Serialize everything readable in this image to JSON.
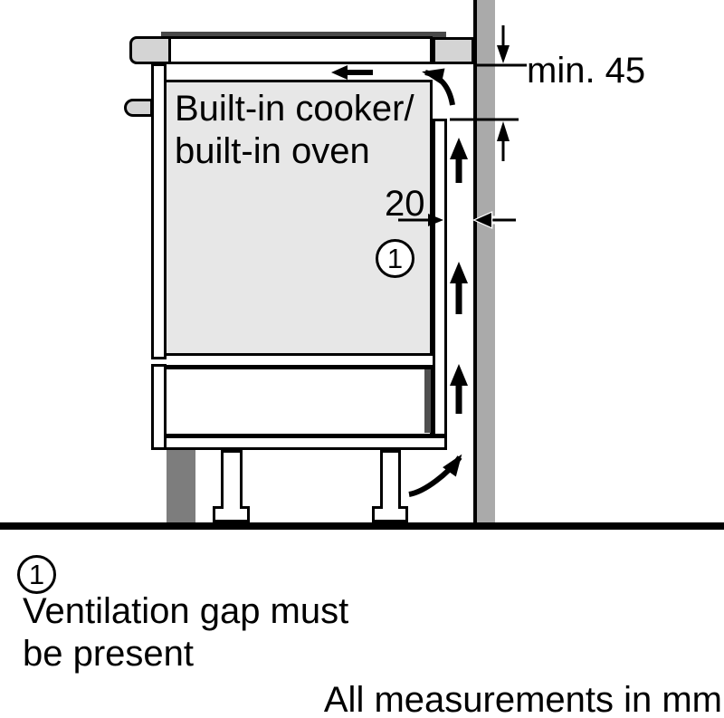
{
  "diagram": {
    "appliance_label_line1": "Built-in cooker/",
    "appliance_label_line2": "built-in oven",
    "top_clearance_label": "min. 45",
    "rear_gap_label": "20",
    "callout_number": "1"
  },
  "legend": {
    "callout_number": "1",
    "note_line1": "Ventilation gap must",
    "note_line2": "be present"
  },
  "footer": {
    "units_note": "All measurements in mm"
  },
  "icons": {
    "airflow_up_arrow": "▲",
    "airflow_left_arrow": "←",
    "airflow_curved_arrow": "↰",
    "dimension_arrow": "↕"
  },
  "colors": {
    "line": "#000000",
    "appliance_fill": "#e7e7e7",
    "worktop_fill": "#d4d4d4",
    "wall_fill": "#aaaaaa",
    "plinth_fill": "#7d7d7d",
    "hob_strip_fill": "#4a4a4a"
  }
}
